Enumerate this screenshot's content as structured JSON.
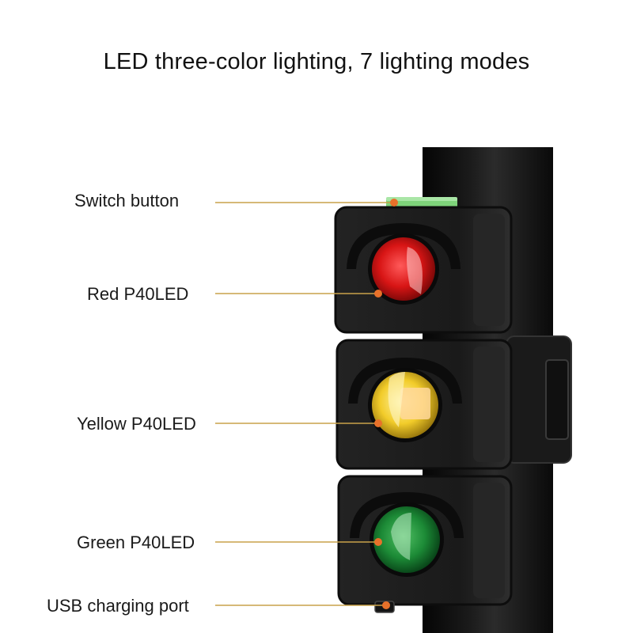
{
  "title": "LED three-color lighting, 7 lighting modes",
  "callouts": {
    "switch": "Switch button",
    "red": "Red P40LED",
    "yellow": "Yellow P40LED",
    "green": "Green P40LED",
    "usb": "USB charging port"
  },
  "colors": {
    "leader_line": "#c9a24a",
    "leader_dot": "#e8712a",
    "red_lamp": "#d11414",
    "yellow_lamp": "#f0c81e",
    "green_lamp": "#1f8a3a",
    "housing": "#1e1e1e",
    "switch_button": "#7ed37a"
  }
}
